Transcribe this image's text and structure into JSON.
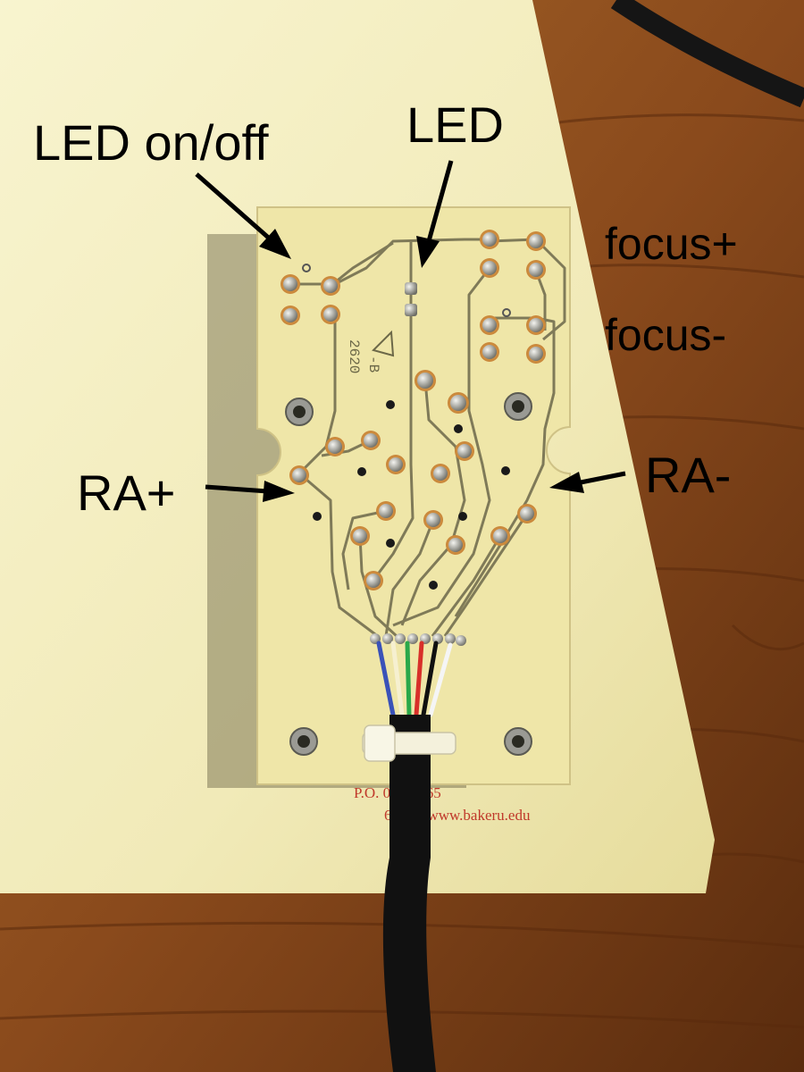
{
  "labels": {
    "led_onoff": "LED on/off",
    "led": "LED",
    "focus_plus": "focus+",
    "focus_minus": "focus-",
    "ra_plus": "RA+",
    "ra_minus": "RA-"
  },
  "pcb": {
    "marking_number": "2620",
    "marking_rev": "-B"
  },
  "paper": {
    "line1": "P.O.        006-0065",
    "line2": "6451 • www.bakeru.edu"
  },
  "colors": {
    "wood": "#8a4a1c",
    "paper": "#f4efc0",
    "board": "#efe6a8",
    "trace": "#7f7a58",
    "solder": "#b9b9b4",
    "cable": "#111111",
    "wires": [
      "#3a52b8",
      "#f6f0d0",
      "#2aa84a",
      "#d8302a",
      "#101010",
      "#f5f5f5"
    ]
  }
}
